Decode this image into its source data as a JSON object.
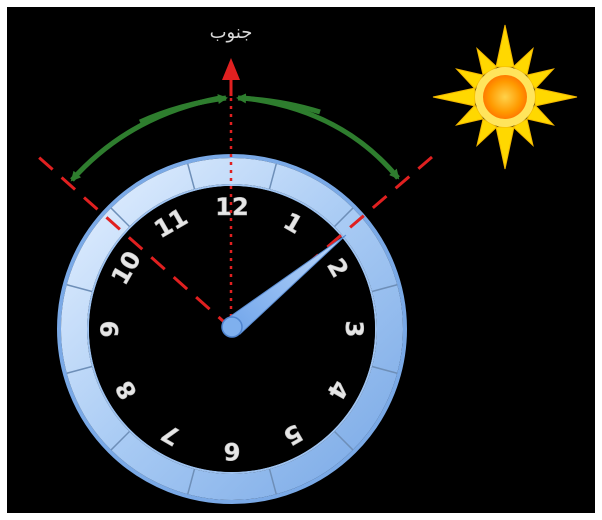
{
  "diagram": {
    "direction_label": "جنوب",
    "clock_numbers": [
      {
        "text": "1"
      },
      {
        "text": "2"
      },
      {
        "text": "3"
      },
      {
        "text": "4"
      },
      {
        "text": "5"
      },
      {
        "text": "6"
      },
      {
        "text": "7"
      },
      {
        "text": "8"
      },
      {
        "text": "9"
      },
      {
        "text": "10"
      },
      {
        "text": "11"
      },
      {
        "text": "12"
      }
    ]
  },
  "colors": {
    "background": "#000000",
    "frame": "#ffffff",
    "clock_ring_outer": "#8fb8ec",
    "clock_ring_inner": "#d6e8ff",
    "hour_hand": "#7fb0ee",
    "bisector_line": "#e02020",
    "south_arrow": "#e02020",
    "angle_arcs": "#2e7d2e",
    "sun_core": "#ff9a00",
    "sun_rays": "#ffd800"
  },
  "icons": {
    "sun": "sun-icon",
    "south_arrow": "arrow-up-icon"
  }
}
